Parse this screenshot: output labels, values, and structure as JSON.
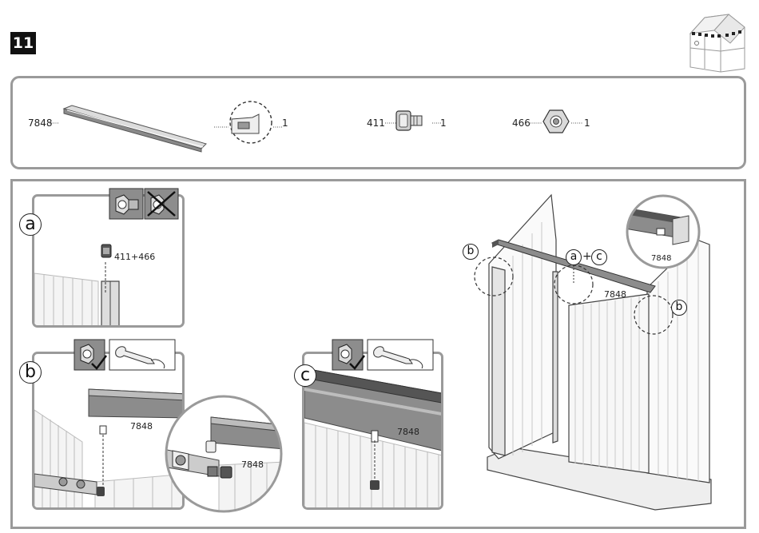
{
  "step": {
    "number": "11"
  },
  "parts": [
    {
      "code": "7848",
      "qty": "1"
    },
    {
      "code": "411",
      "qty": "1"
    },
    {
      "code": "466",
      "qty": "1"
    }
  ],
  "panels": {
    "a": {
      "letter": "a",
      "label": "411+466"
    },
    "b": {
      "letter": "b",
      "beam_code": "7848",
      "zoom_code": "7848"
    },
    "c": {
      "letter": "c",
      "beam_code": "7848"
    }
  },
  "overview": {
    "beam_code": "7848",
    "zoom_code": "7848",
    "marker_b": "b",
    "marker_a": "a",
    "marker_c": "c",
    "plus": "+"
  },
  "icons": [
    "shed-thumbnail-icon",
    "bolt-nut-icon",
    "no-bolt-icon",
    "wrench-icon",
    "checkmark-icon",
    "bolt-icon",
    "nut-icon",
    "hex-nut-icon"
  ]
}
